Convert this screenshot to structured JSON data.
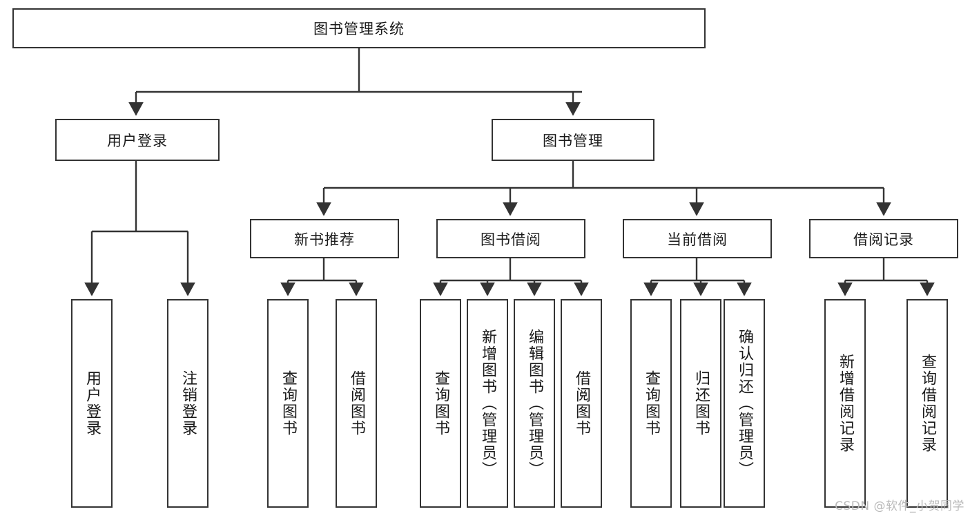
{
  "diagram": {
    "title": "图书管理系统",
    "watermark": "CSDN @软件_小贺同学",
    "line_color": "#333333",
    "box_fill": "#ffffff",
    "text_color": "#1a1a1a",
    "root": {
      "label": "图书管理系统"
    },
    "level1": [
      {
        "label": "用户登录"
      },
      {
        "label": "图书管理"
      }
    ],
    "level2": [
      {
        "label": "新书推荐"
      },
      {
        "label": "图书借阅"
      },
      {
        "label": "当前借阅"
      },
      {
        "label": "借阅记录"
      }
    ],
    "leaves": {
      "user_login": [
        {
          "label": "用户登录"
        },
        {
          "label": "注销登录"
        }
      ],
      "new_book": [
        {
          "label": "查询图书"
        },
        {
          "label": "借阅图书"
        }
      ],
      "book_borrow": [
        {
          "label": "查询图书"
        },
        {
          "label": "新增图书（管理员）"
        },
        {
          "label": "编辑图书（管理员）"
        },
        {
          "label": "借阅图书"
        }
      ],
      "current_borrow": [
        {
          "label": "查询图书"
        },
        {
          "label": "归还图书"
        },
        {
          "label": "确认归还（管理员）"
        }
      ],
      "borrow_record": [
        {
          "label": "新增借阅记录"
        },
        {
          "label": "查询借阅记录"
        }
      ]
    }
  }
}
